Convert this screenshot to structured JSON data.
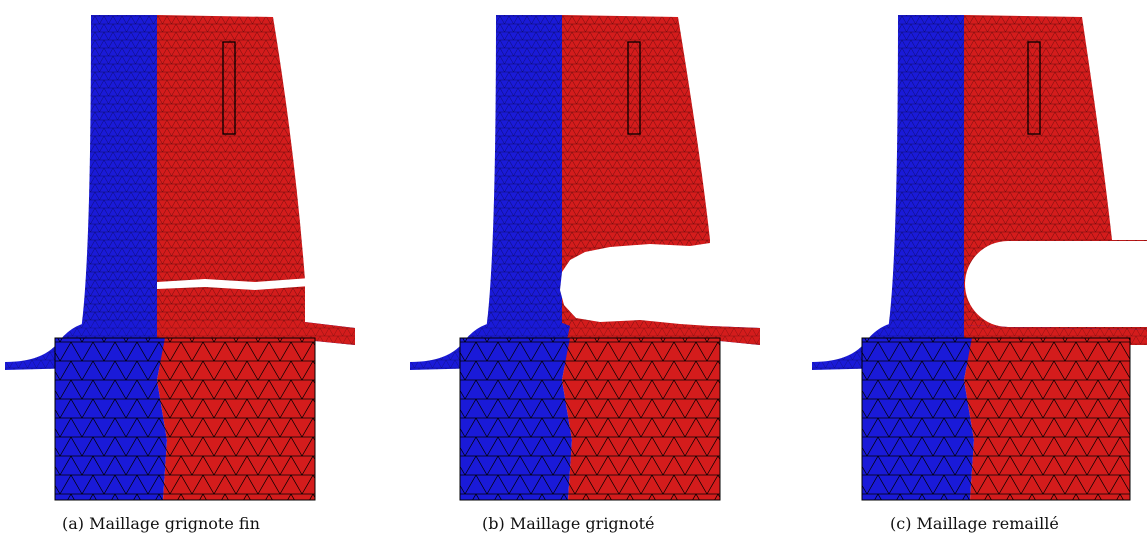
{
  "figure": {
    "panels": [
      {
        "id": "a",
        "caption": "(a) Maillage grignote fin",
        "cut": "fine"
      },
      {
        "id": "b",
        "caption": "(b) Maillage grignoté",
        "cut": "nibbled"
      },
      {
        "id": "c",
        "caption": "(c) Maillage remaillé",
        "cut": "remeshed"
      }
    ],
    "colors": {
      "blue_region": "#1a1ad8",
      "red_region": "#d41c1c",
      "mesh_line": "#000000",
      "background": "#ffffff"
    }
  }
}
